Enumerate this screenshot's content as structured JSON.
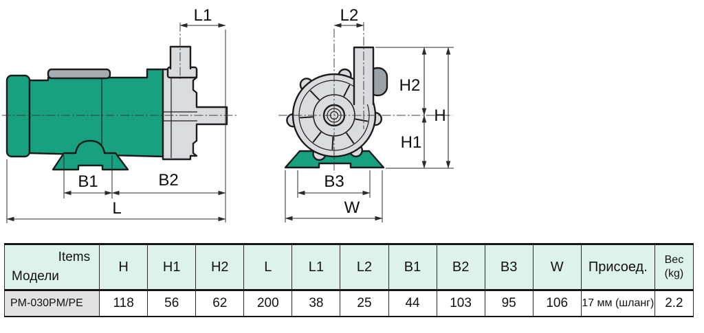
{
  "colors": {
    "green": "#17a17e",
    "metal": "#d9dbde",
    "cap": "#a8adb2",
    "elbow": "#9ba1a7",
    "outline": "#1b1b1b",
    "header_bg": "#ddf2ea",
    "model_cell_bg": "#e2e2e2"
  },
  "diagram": {
    "dims": {
      "L1": "L1",
      "L2": "L2",
      "H": "H",
      "H1": "H1",
      "H2": "H2",
      "B1": "B1",
      "B2": "B2",
      "B3": "B3",
      "W": "W",
      "L": "L"
    }
  },
  "table": {
    "items_label": "Items",
    "model_label": "Модели",
    "columns": [
      "H",
      "H1",
      "H2",
      "L",
      "L1",
      "L2",
      "B1",
      "B2",
      "B3",
      "W"
    ],
    "connection_label": "Присоед.",
    "weight_label_line1": "Вес",
    "weight_label_line2": "(kg)",
    "row": {
      "model": "PM-030PM/PE",
      "values": [
        "118",
        "56",
        "62",
        "200",
        "38",
        "25",
        "44",
        "103",
        "95",
        "106"
      ],
      "connection": "17 мм (шланг)",
      "weight": "2.2"
    }
  }
}
